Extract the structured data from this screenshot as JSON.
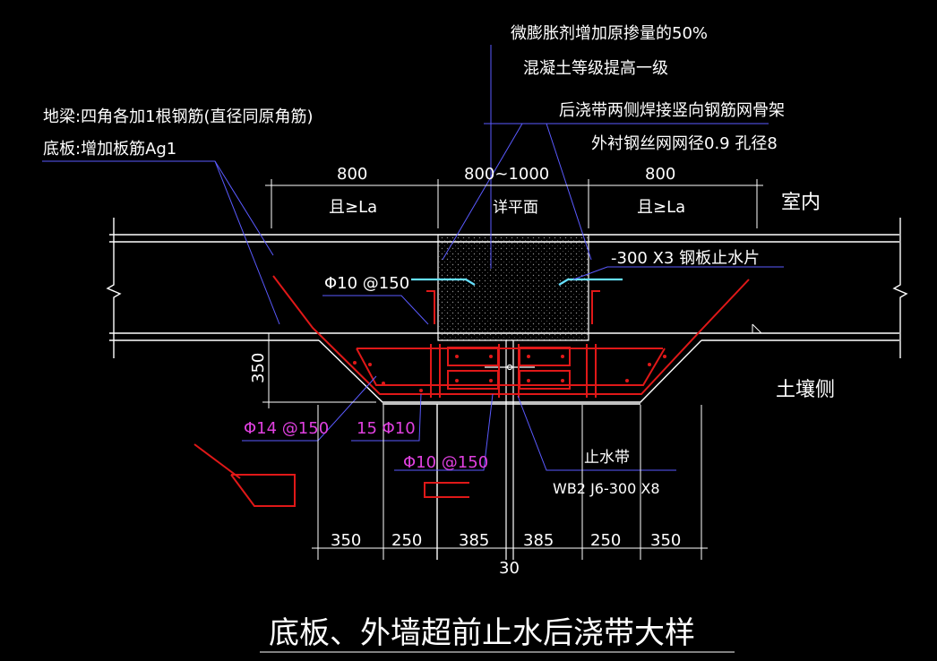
{
  "title": "底板、外墙超前止水后浇带大样",
  "notes": {
    "expansion_agent": "微膨胀剂增加原掺量的50%",
    "concrete_grade": "混凝土等级提高一级",
    "rebar_frame": "后浇带两侧焊接竖向钢筋网骨架",
    "steel_mesh": "外衬钢丝网网径0.9 孔径8",
    "ground_beam": "地梁:四角各加1根钢筋(直径同原角筋)",
    "base_slab": "底板:增加板筋Ag1"
  },
  "top_dims": {
    "left": "800",
    "middle": "800~1000",
    "right": "800",
    "left_sub": "且≥La",
    "middle_sub": "详平面",
    "right_sub": "且≥La"
  },
  "labels": {
    "indoor": "室内",
    "soil_side": "土壤侧",
    "steel_plate": "-300 X3 钢板止水片",
    "rebar_d10_upper": "Φ10 @150",
    "rebar_d14": "Φ14 @150",
    "rebar_15d10": "15 Φ10",
    "rebar_d10_lower": "Φ10 @150",
    "waterstop": "止水带",
    "waterstop_spec": "WB2 J6-300 X8",
    "depth": "350"
  },
  "bottom_dims": [
    "350",
    "250",
    "385",
    "385",
    "250",
    "350"
  ],
  "center_gap": "30",
  "colors": {
    "background": "#000000",
    "line": "#ffffff",
    "rebar": "#e01818",
    "leader": "#5a5aff",
    "magenta_text": "#e040e0",
    "plate": "#66e0ff"
  }
}
